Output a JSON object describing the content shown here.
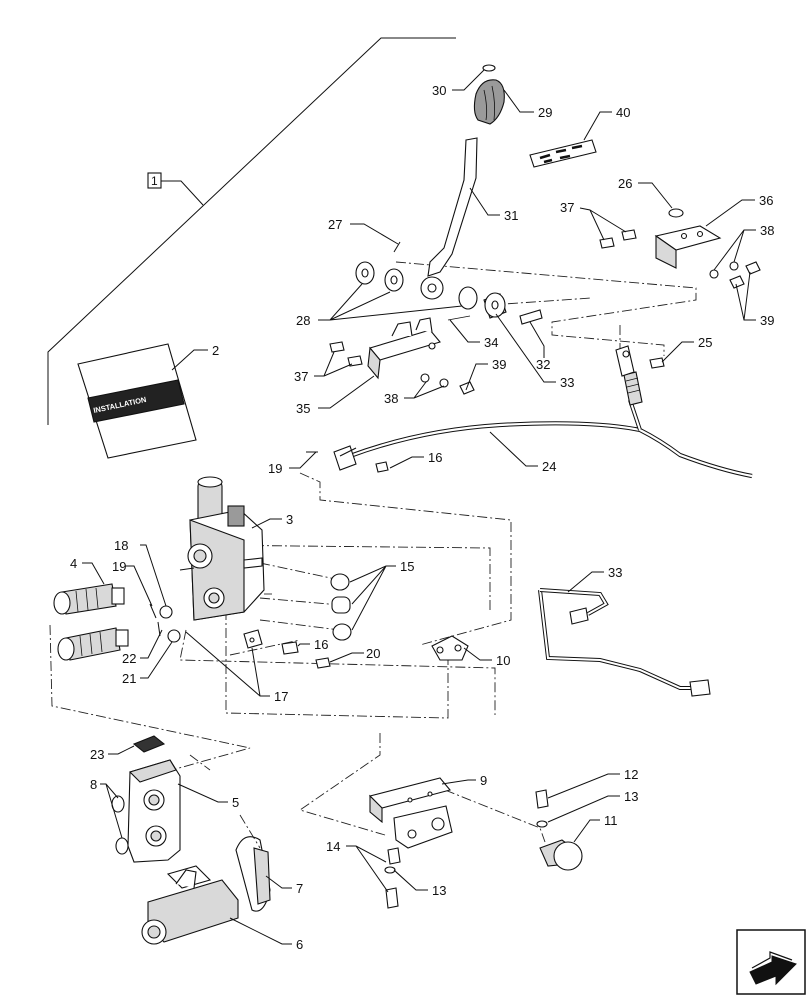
{
  "callouts": [
    {
      "id": "c30",
      "text": "30"
    },
    {
      "id": "c29",
      "text": "29"
    },
    {
      "id": "c40",
      "text": "40"
    },
    {
      "id": "c1",
      "text": "1"
    },
    {
      "id": "c26",
      "text": "26"
    },
    {
      "id": "c36",
      "text": "36"
    },
    {
      "id": "c31",
      "text": "31"
    },
    {
      "id": "c37a",
      "text": "37"
    },
    {
      "id": "c27",
      "text": "27"
    },
    {
      "id": "c38a",
      "text": "38"
    },
    {
      "id": "c39a",
      "text": "39"
    },
    {
      "id": "c28",
      "text": "28"
    },
    {
      "id": "c34",
      "text": "34"
    },
    {
      "id": "c32",
      "text": "32"
    },
    {
      "id": "c2",
      "text": "2"
    },
    {
      "id": "c37b",
      "text": "37"
    },
    {
      "id": "c25",
      "text": "25"
    },
    {
      "id": "c39b",
      "text": "39"
    },
    {
      "id": "c33a",
      "text": "33"
    },
    {
      "id": "c38b",
      "text": "38"
    },
    {
      "id": "c35",
      "text": "35"
    },
    {
      "id": "c16a",
      "text": "16"
    },
    {
      "id": "c19a",
      "text": "19"
    },
    {
      "id": "c24",
      "text": "24"
    },
    {
      "id": "c3",
      "text": "3"
    },
    {
      "id": "c18",
      "text": "18"
    },
    {
      "id": "c15",
      "text": "15"
    },
    {
      "id": "c4",
      "text": "4"
    },
    {
      "id": "c19b",
      "text": "19"
    },
    {
      "id": "c33b",
      "text": "33"
    },
    {
      "id": "c16b",
      "text": "16"
    },
    {
      "id": "c22",
      "text": "22"
    },
    {
      "id": "c20",
      "text": "20"
    },
    {
      "id": "c10",
      "text": "10"
    },
    {
      "id": "c21",
      "text": "21"
    },
    {
      "id": "c17",
      "text": "17"
    },
    {
      "id": "c23",
      "text": "23"
    },
    {
      "id": "c9",
      "text": "9"
    },
    {
      "id": "c8",
      "text": "8"
    },
    {
      "id": "c12",
      "text": "12"
    },
    {
      "id": "c5",
      "text": "5"
    },
    {
      "id": "c13a",
      "text": "13"
    },
    {
      "id": "c11",
      "text": "11"
    },
    {
      "id": "c14",
      "text": "14"
    },
    {
      "id": "c13b",
      "text": "13"
    },
    {
      "id": "c7",
      "text": "7"
    },
    {
      "id": "c6",
      "text": "6"
    }
  ],
  "manual": {
    "cover_text": "INSTALLATION"
  },
  "icons": {
    "nav": "navigation-arrow-icon"
  }
}
